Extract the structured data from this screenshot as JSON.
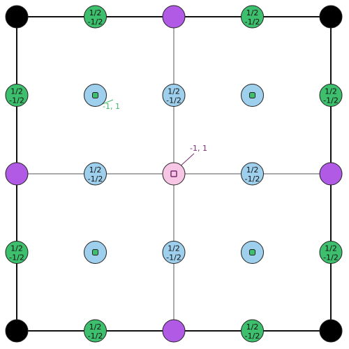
{
  "colors": {
    "background": "#ffffff",
    "line": "#222222",
    "corner": "#000000",
    "edge_mid": "#b05ae6",
    "green": "#3dbf6e",
    "blue": "#9ecfec",
    "pink": "#f7c6e4",
    "center_marker": "#7a2a72",
    "green_annotation": "#43b86a",
    "purple_annotation": "#7a2a72"
  },
  "fraction_label": {
    "top": "1/2",
    "bottom": "-1/2"
  },
  "annotations": {
    "green": "-1, 1",
    "purple": "-1, 1"
  },
  "grid": {
    "cells": 4,
    "major_every": 2
  },
  "node_grid": [
    [
      "corner",
      "fraction-green",
      "edge-mid",
      "fraction-green",
      "corner"
    ],
    [
      "fraction-green",
      "marker-blue",
      "fraction-blue",
      "marker-blue",
      "fraction-green"
    ],
    [
      "edge-mid",
      "fraction-blue",
      "center-pink",
      "fraction-blue",
      "edge-mid"
    ],
    [
      "fraction-green",
      "marker-blue",
      "fraction-blue",
      "marker-blue",
      "fraction-green"
    ],
    [
      "corner",
      "fraction-green",
      "edge-mid",
      "fraction-green",
      "corner"
    ]
  ]
}
